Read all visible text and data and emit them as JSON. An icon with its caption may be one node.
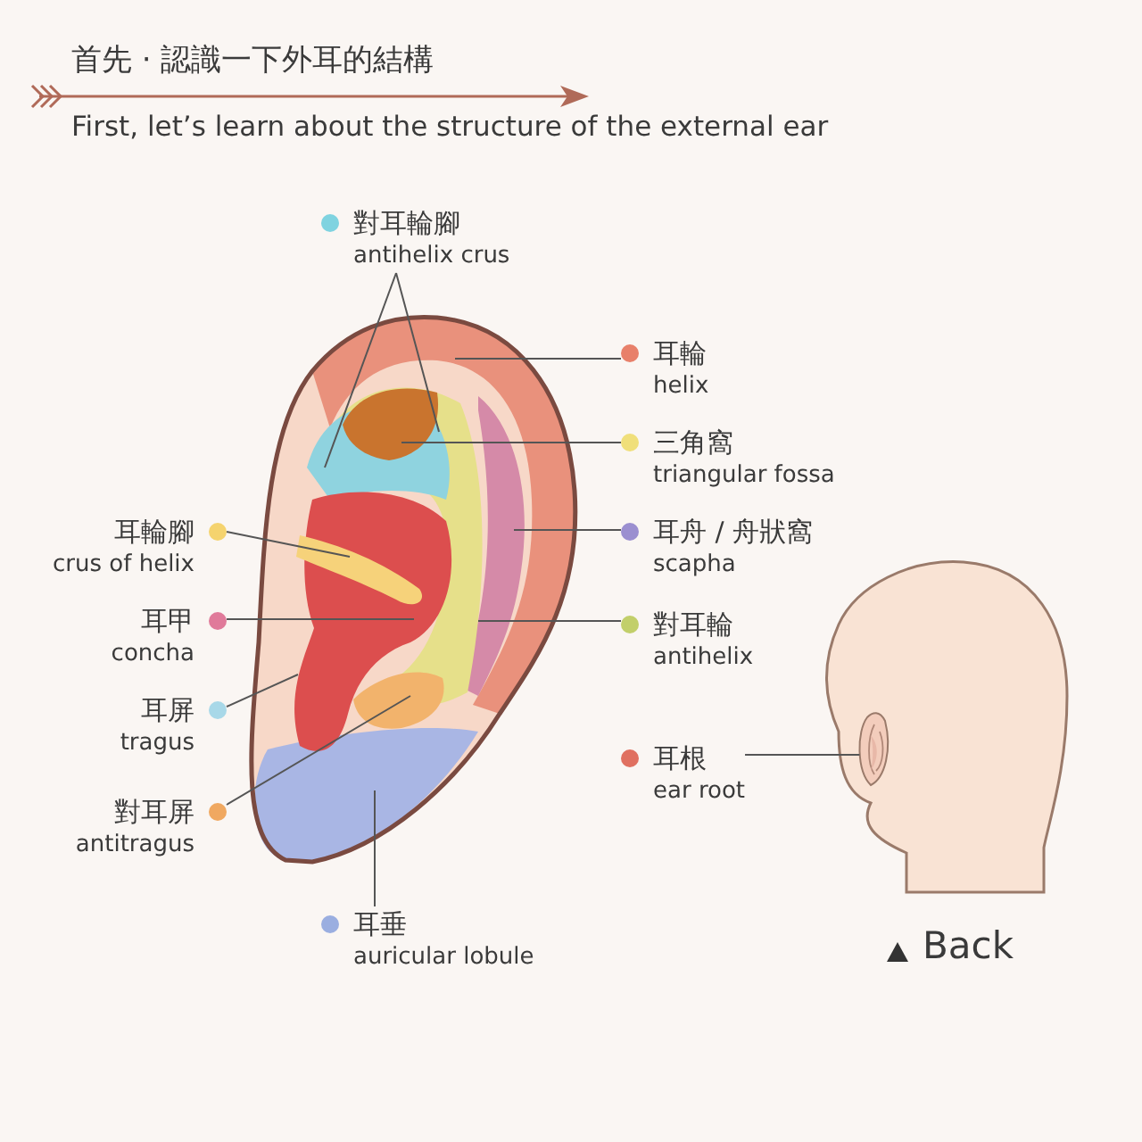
{
  "diagram": {
    "title": "首先 · 認識一下外耳的結構",
    "nodes": [
      {
        "text": [
          "對耳輪腳",
          "antihelix crus"
        ]
      },
      {
        "text": [
          "耳輪",
          "helix"
        ]
      },
      {
        "text": [
          "三角窩",
          "triangular fossa"
        ]
      },
      {
        "text": [
          "耳舟 / 舟狀窩",
          "scapha"
        ]
      },
      {
        "text": [
          "耳輪腳",
          "crus of helix"
        ]
      },
      {
        "text": [
          "耳甲",
          "concha"
        ]
      },
      {
        "text": [
          "對耳輪",
          "antihelix"
        ]
      },
      {
        "text": [
          "耳屏",
          "tragus"
        ]
      },
      {
        "text": [
          "耳根",
          "ear root"
        ]
      },
      {
        "text": [
          "對耳屏",
          "antitragus"
        ]
      },
      {
        "text": [
          "耳垂",
          "auricular lobule"
        ]
      },
      {
        "text": [],
        "shape": "picture"
      }
    ],
    "edges": [
      {
        "from": 0,
        "to": null,
        "arrow": "none"
      },
      {
        "from": 0,
        "to": null,
        "arrow": "none"
      },
      {
        "from": 1,
        "to": null,
        "arrow": "none"
      },
      {
        "from": 2,
        "to": null,
        "arrow": "none"
      },
      {
        "from": 3,
        "to": null,
        "arrow": "none"
      },
      {
        "from": 4,
        "to": null,
        "arrow": "none"
      },
      {
        "from": 5,
        "to": null,
        "arrow": "none"
      },
      {
        "from": 6,
        "to": null,
        "arrow": "none"
      },
      {
        "from": 7,
        "to": null,
        "arrow": "none"
      },
      {
        "from": 8,
        "to": 11,
        "arrow": "none"
      },
      {
        "from": 9,
        "to": null,
        "arrow": "none"
      },
      {
        "from": 10,
        "to": null,
        "arrow": "none"
      }
    ],
    "labels": [
      "First, let’s learn about the structure of the external ear",
      "Back"
    ]
  }
}
